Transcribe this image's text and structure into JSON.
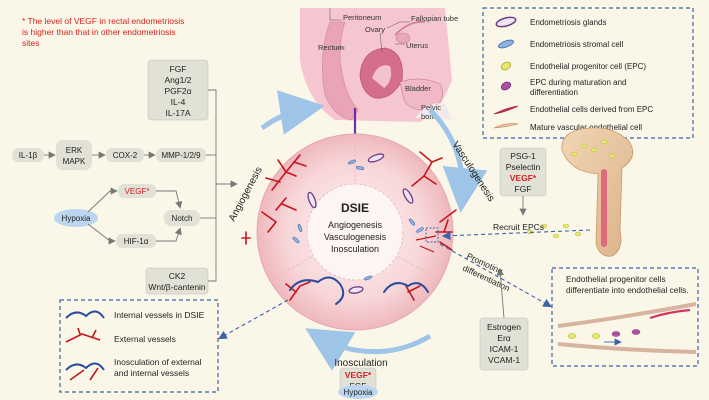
{
  "note": {
    "line1": "* The level of VEGF in rectal endometriosis",
    "line2": "is higher than that in other endometriosis",
    "line3": "sites"
  },
  "anatomy": {
    "peritoneum": "Peritoneum",
    "fallopian_tube": "Fallopian tube",
    "ovary": "Ovary",
    "rectum": "Rectum",
    "uterus": "Uterus",
    "bladder": "Bladder",
    "pelvic_line1": "Pelvic",
    "pelvic_line2": "bone"
  },
  "legend": {
    "items": [
      "Endometriosis glands",
      "Endometriosis stromal cell",
      "Endothelial progenitor cell (EPC)",
      "EPC during maturation and",
      "differentiation",
      "Endothelial cells derived from EPC",
      "Mature vascular endothelial cell"
    ]
  },
  "factors_top": [
    "FGF",
    "Ang1/2",
    "PGF2α",
    "IL-4",
    "IL-17A"
  ],
  "pathway": {
    "il1b": "IL-1β",
    "erk": "ERK",
    "mapk": "MAPK",
    "cox2": "COX-2",
    "mmp": "MMP-1/2/9",
    "hypoxia": "Hypoxia",
    "vegf": "VEGF*",
    "notch": "Notch",
    "hif": "HIF-1α"
  },
  "factors_bottom": [
    "CK2",
    "Wnt/β-cantenin"
  ],
  "circle": {
    "title": "DSIE",
    "l1": "Angiogenesis",
    "l2": "Vasculogenesis",
    "l3": "Inosculation"
  },
  "arcs": {
    "angiogenesis": "Angiogenesis",
    "vasculogenesis": "Vasculogenesis",
    "inosculation": "Inosculation"
  },
  "vasculo_factors": [
    "PSG-1",
    "Pselectin",
    "VEGF*",
    "FGF"
  ],
  "recruit": "Recruit EPCs",
  "promoting": [
    "Promoting",
    "differentiation"
  ],
  "diff_box": [
    "Endothelial progenitor cells",
    "differentiate into endothelial cells."
  ],
  "estrogen": [
    "Estrogen",
    "Erα",
    "ICAM-1",
    "VCAM-1"
  ],
  "ino_factors": [
    "VEGF*",
    "FGF"
  ],
  "ino_hypoxia": "Hypoxia",
  "vessel_legend": [
    "Internal vessels in DSIE",
    "External vessels",
    "Inosculation of external",
    "and internal vessels"
  ],
  "colors": {
    "background": "#fbf7e8",
    "red_text": "#d8201f",
    "vessel_red": "#c8151c",
    "vessel_blue": "#2a4d9b",
    "dash_blue": "#3b63a8",
    "box_gray": "#e1e1d6",
    "hypoxia_blue": "#bcd6f0",
    "purple_arrow": "#6a2fb3"
  }
}
